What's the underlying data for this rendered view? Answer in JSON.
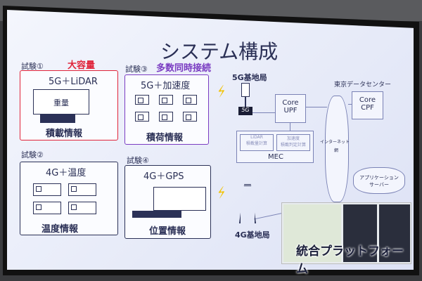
{
  "title": "システム構成",
  "trials": [
    {
      "label": "試験①",
      "tag": "大容量",
      "heading": "5G＋LiDAR",
      "sub": "重量",
      "caption": "積載情報"
    },
    {
      "label": "試験②",
      "heading": "4G＋温度",
      "caption": "温度情報"
    },
    {
      "label": "試験③",
      "tag": "多数同時接続",
      "heading": "5G＋加速度",
      "caption": "積荷情報"
    },
    {
      "label": "試験④",
      "heading": "4G＋GPS",
      "caption": "位置情報"
    }
  ],
  "network": {
    "bs5g": "5G基地局",
    "bs5g_badge": "5G",
    "bs4g": "4G基地局",
    "upf": [
      "Core",
      "UPF"
    ],
    "cpf": [
      "Core",
      "CPF"
    ],
    "mec": "MEC",
    "mec_lidar": [
      "LiDAR",
      "積載量計算"
    ],
    "mec_accel": [
      "加速度",
      "積載判定計算"
    ],
    "datacenter": "東京データセンター",
    "internet": [
      "インターネット",
      "網"
    ],
    "appserver": [
      "アプリケーション",
      "サーバー"
    ],
    "platform": "統合プラットフォーム"
  },
  "colors": {
    "red": "#e0243a",
    "purple": "#7a3cc2",
    "bolt": "#f2c200"
  }
}
